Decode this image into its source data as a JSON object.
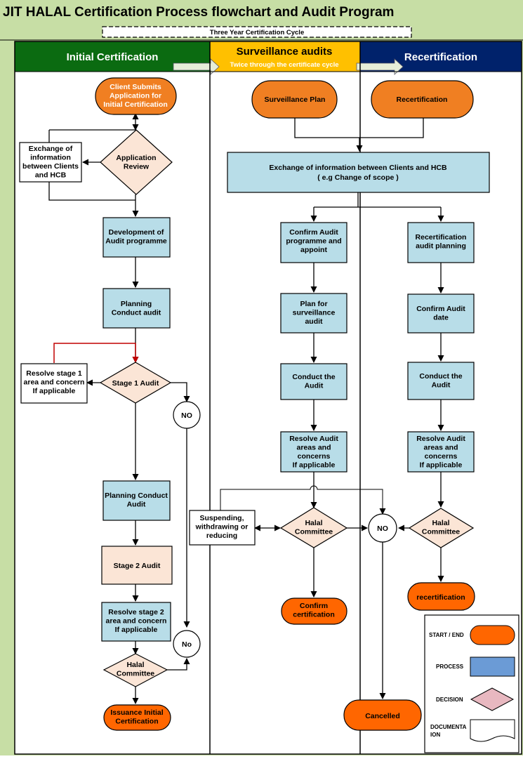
{
  "title": "JIT HALAL Certification Process  flowchart and Audit Program",
  "cycle_label": "Three Year Certification Cycle",
  "lanes": {
    "initial": "Initial Certification",
    "surveillance": "Surveillance audits",
    "surveillance_sub": "Twice through the certificate cycle",
    "recert": "Recertification"
  },
  "nodes": {
    "client_submits": [
      "Client Submits",
      "Application for",
      "Initial Certification"
    ],
    "exchange_left": [
      "Exchange of",
      "information",
      "between Clients",
      "and HCB"
    ],
    "application_review": [
      "Application",
      "Review"
    ],
    "development": [
      "Development of",
      "Audit programme"
    ],
    "planning_conduct": [
      "Planning",
      "Conduct audit"
    ],
    "resolve_stage1": [
      "Resolve stage 1",
      "area and concern",
      "If applicable"
    ],
    "stage1_audit": "Stage 1 Audit",
    "no_upper": "NO",
    "planning_conduct_2": [
      "Planning Conduct",
      "Audit"
    ],
    "stage2_audit": "Stage 2 Audit",
    "resolve_stage2": [
      "Resolve stage 2",
      "area and concern",
      "If applicable"
    ],
    "no_lower": "No",
    "halal_committee_left": [
      "Halal",
      "Committee"
    ],
    "issuance": [
      "Issuance Initial",
      "Certification"
    ],
    "surveillance_plan": "Surveillance Plan",
    "recertification_start": "Recertification",
    "exchange_center": [
      "Exchange of information between Clients and HCB",
      "( e.g Change of scope )"
    ],
    "confirm_audit_programme": [
      "Confirm Audit",
      "programme and",
      "appoint"
    ],
    "plan_surveillance": [
      "Plan for",
      "surveillance",
      "audit"
    ],
    "conduct_audit_mid": [
      "Conduct the",
      "Audit"
    ],
    "resolve_audit_mid": [
      "Resolve Audit",
      "areas and",
      "concerns",
      "If applicable"
    ],
    "suspending": [
      "Suspending,",
      "withdrawing or",
      "reducing"
    ],
    "halal_committee_mid": [
      "Halal",
      "Committee"
    ],
    "confirm_certification": [
      "Confirm",
      "certification"
    ],
    "no_right": "NO",
    "cancelled": "Cancelled",
    "recert_audit_planning": [
      "Recertification",
      "audit planning"
    ],
    "confirm_audit_date": [
      "Confirm Audit",
      "date"
    ],
    "conduct_audit_right": [
      "Conduct the",
      "Audit"
    ],
    "resolve_audit_right": [
      "Resolve Audit",
      "areas and",
      "concerns",
      "If applicable"
    ],
    "halal_committee_right": [
      "Halal",
      "Committee"
    ],
    "recertification_end": "recertification"
  },
  "legend": {
    "start_end": "START / END",
    "process": "PROCESS",
    "decision": "DECISION",
    "documentation": [
      "DOCUMENTA",
      "ION"
    ]
  },
  "colors": {
    "background": "#c7dea5",
    "initial_header": "#0b6b11",
    "surveillance_header": "#ffc000",
    "recert_header": "#00226b",
    "terminal": "#f07f22",
    "terminal_bright": "#ff6600",
    "process": "#b8dde8",
    "decision": "#fbe5d6",
    "legend_process": "#6b9bd6",
    "legend_decision": "#e8b8c0",
    "red_line": "#c00000"
  }
}
